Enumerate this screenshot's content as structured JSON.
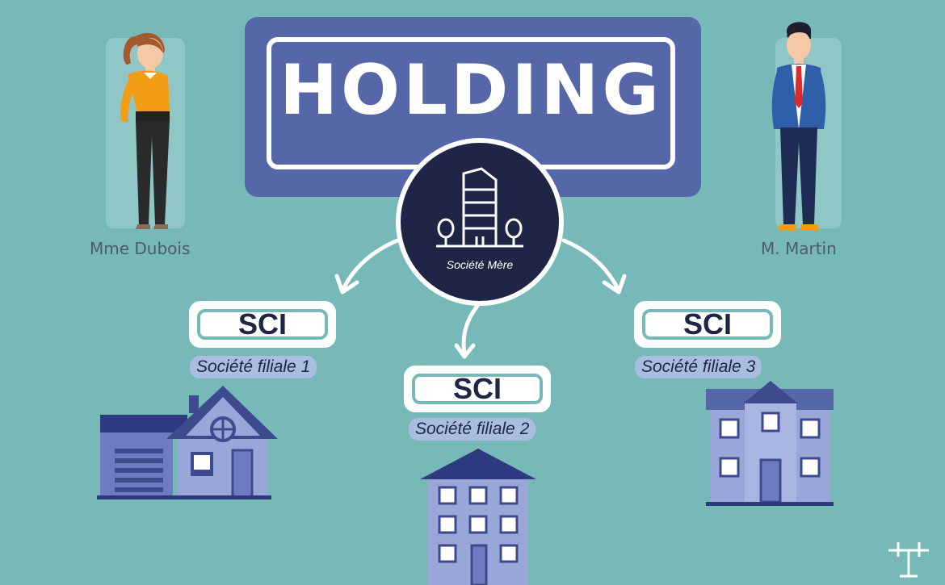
{
  "holding": {
    "title": "HOLDING"
  },
  "mother": {
    "label": "Société Mère"
  },
  "people": [
    {
      "name": "Mme Dubois"
    },
    {
      "name": "M. Martin"
    }
  ],
  "subsidiaries": [
    {
      "type": "SCI",
      "label": "Société filiale 1"
    },
    {
      "type": "SCI",
      "label": "Société filiale 2"
    },
    {
      "type": "SCI",
      "label": "Société filiale 3"
    }
  ],
  "colors": {
    "background": "#76b9b8",
    "banner": "#5567a8",
    "dark": "#1f2544",
    "pill": "#a9bde0",
    "house_light": "#9aa6d8",
    "house_mid": "#6f7bc0",
    "house_dark": "#3d4b8e"
  }
}
